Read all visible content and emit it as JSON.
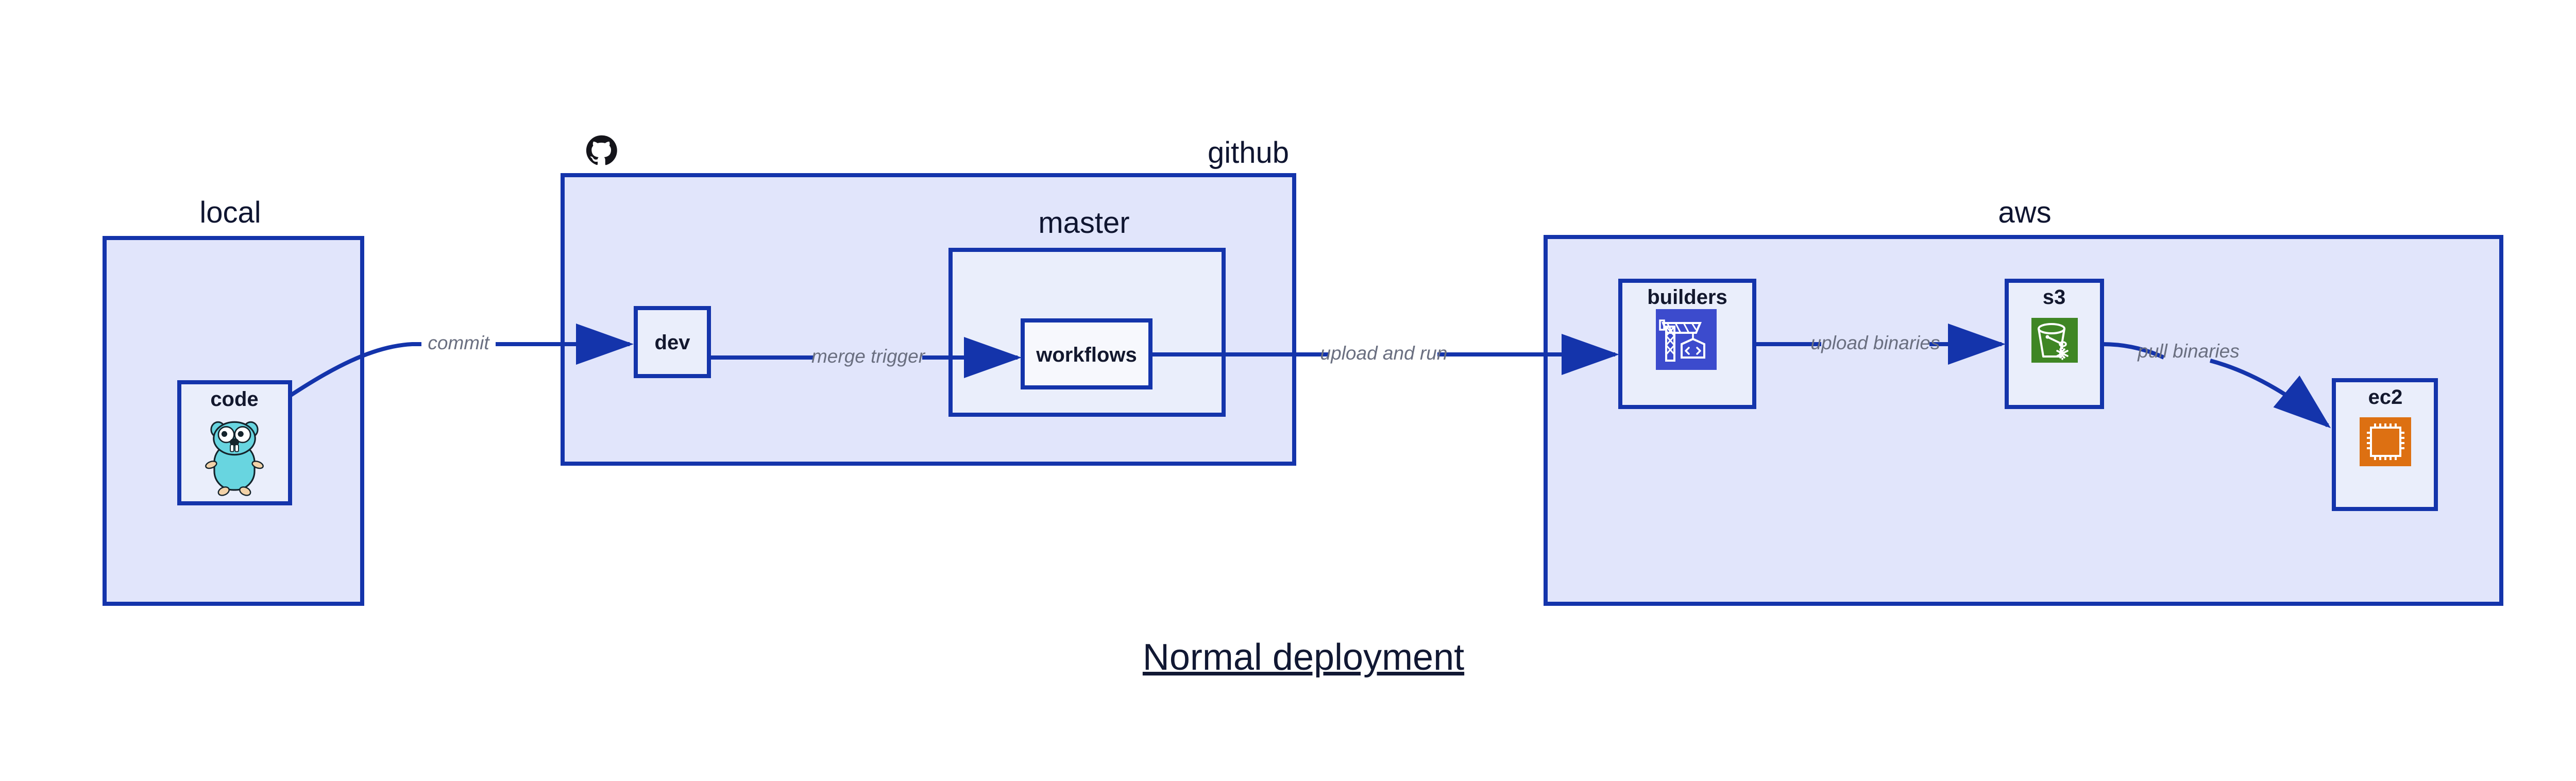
{
  "diagram": {
    "title": "Normal deployment",
    "background_color": "#ffffff",
    "accent_color": "#1434ab",
    "group_fill": "#e1e5fb",
    "node_fill": "#eaeefb",
    "edge_label_color": "#6a6f80",
    "text_color": "#13182e"
  },
  "groups": {
    "local": {
      "label": "local"
    },
    "github": {
      "label": "github",
      "logo": "github-octocat-logo"
    },
    "master": {
      "label": "master"
    },
    "aws": {
      "label": "aws"
    }
  },
  "nodes": {
    "code": {
      "label": "code",
      "icon": "go-gopher-icon",
      "icon_color": "#68d5e0"
    },
    "dev": {
      "label": "dev",
      "icon": "none",
      "icon_color": ""
    },
    "workflows": {
      "label": "workflows",
      "icon": "none",
      "icon_color": ""
    },
    "builders": {
      "label": "builders",
      "icon": "aws-codebuild-icon",
      "icon_color": "#3c4bcd"
    },
    "s3": {
      "label": "s3",
      "icon": "aws-s3-glacier-icon",
      "icon_color": "#3f8624"
    },
    "ec2": {
      "label": "ec2",
      "icon": "aws-ec2-chip-icon",
      "icon_color": "#dd7012"
    }
  },
  "edges": [
    {
      "id": "commit",
      "label": "commit",
      "from": "code",
      "to": "dev"
    },
    {
      "id": "merge-trigger",
      "label": "merge trigger",
      "from": "dev",
      "to": "workflows"
    },
    {
      "id": "upload-and-run",
      "label": "upload and run",
      "from": "workflows",
      "to": "builders"
    },
    {
      "id": "upload-binaries",
      "label": "upload binaries",
      "from": "builders",
      "to": "s3"
    },
    {
      "id": "pull-binaries",
      "label": "pull binaries",
      "from": "s3",
      "to": "ec2"
    }
  ]
}
